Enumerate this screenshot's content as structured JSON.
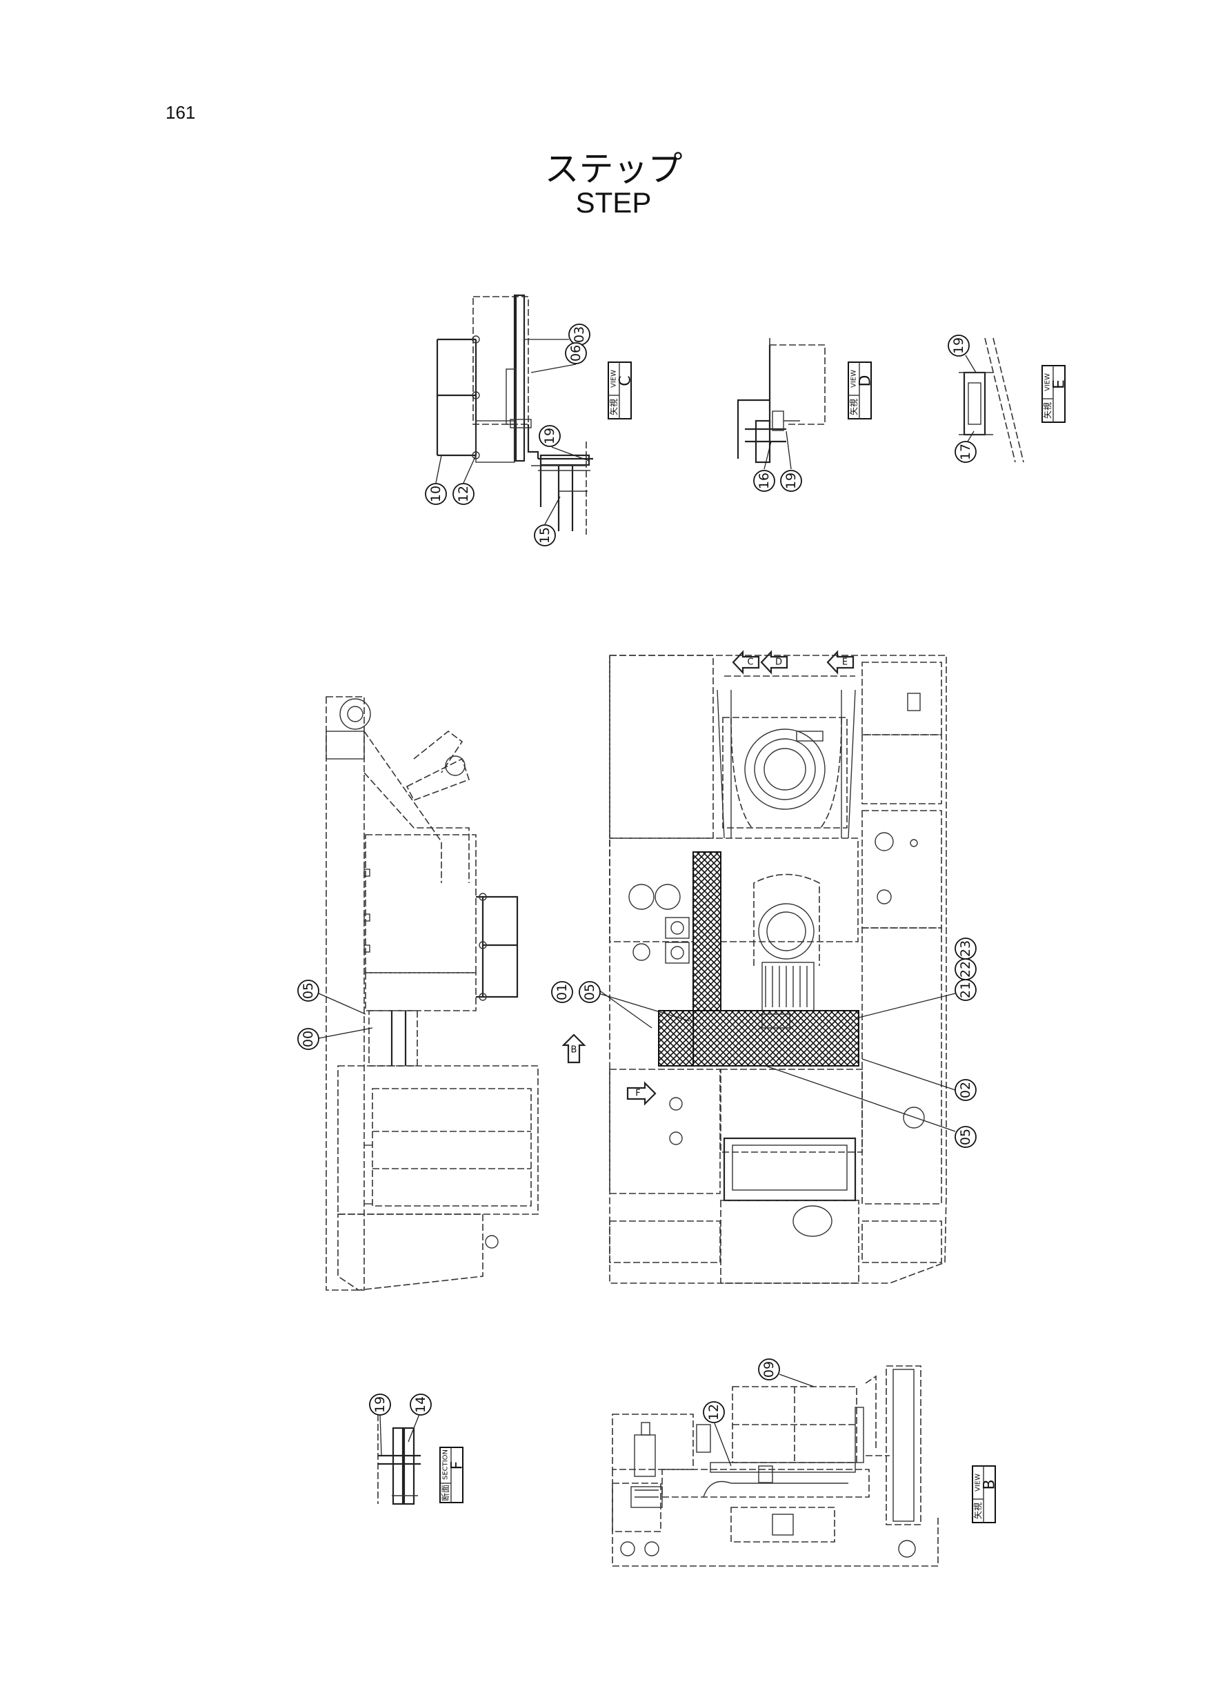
{
  "page_number": "161",
  "title_jp": "ステップ",
  "title_en": "STEP",
  "view_labels": {
    "view_c": {
      "kanji": "矢視",
      "en": "VIEW",
      "letter": "C"
    },
    "view_d": {
      "kanji": "矢視",
      "en": "VIEW",
      "letter": "D"
    },
    "view_e": {
      "kanji": "矢視",
      "en": "VIEW",
      "letter": "E"
    },
    "view_b": {
      "kanji": "矢視",
      "en": "VIEW",
      "letter": "B"
    },
    "section_f": {
      "kanji": "断面",
      "en": "SECTION",
      "letter": "F"
    }
  },
  "arrow_tags": {
    "c": "C",
    "d": "D",
    "e": "E",
    "b": "B",
    "f": "F"
  },
  "callouts": {
    "c03": "03",
    "c06": "06",
    "c19a": "19",
    "c10": "10",
    "c12a": "12",
    "c15": "15",
    "c16": "16",
    "c19b": "19",
    "c19c": "19",
    "c17": "17",
    "c05a": "05",
    "c00": "00",
    "c01": "01",
    "c05b": "05",
    "c21": "21",
    "c22": "22",
    "c23": "23",
    "c02": "02",
    "c05c": "05",
    "c19d": "19",
    "c14": "14",
    "c09": "09",
    "c12b": "12"
  }
}
